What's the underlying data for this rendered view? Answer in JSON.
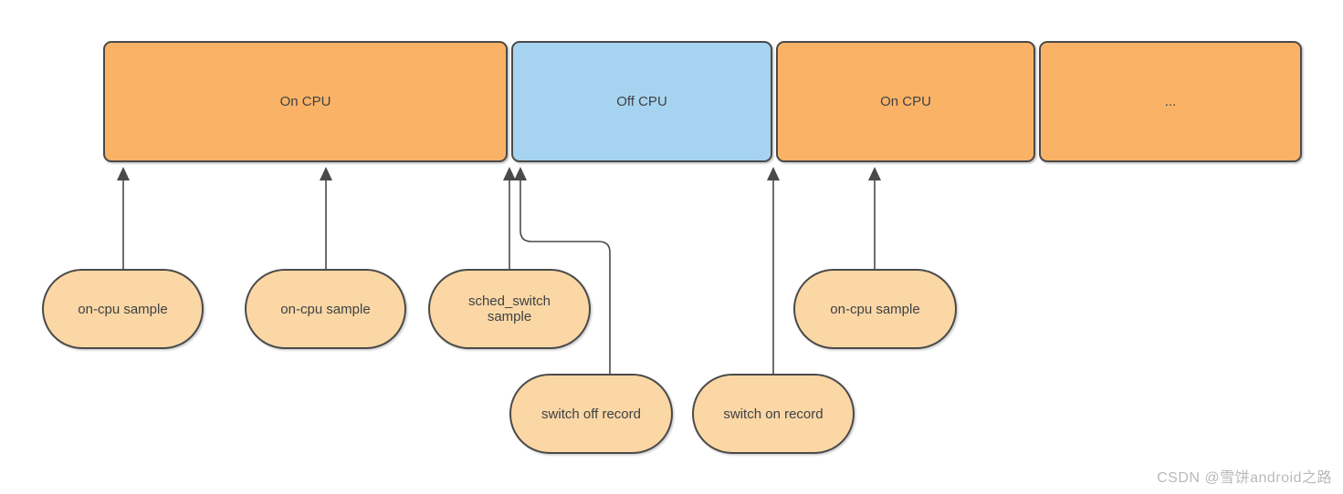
{
  "diagram": {
    "timeline": [
      {
        "label": "On CPU",
        "kind": "on-cpu"
      },
      {
        "label": "Off CPU",
        "kind": "off-cpu"
      },
      {
        "label": "On CPU",
        "kind": "on-cpu"
      },
      {
        "label": "...",
        "kind": "on-cpu"
      }
    ],
    "samples": [
      {
        "label": "on-cpu sample",
        "points_to": "first On CPU segment"
      },
      {
        "label": "on-cpu sample",
        "points_to": "first On CPU segment"
      },
      {
        "label": "sched_switch\nsample",
        "points_to": "boundary of On CPU and Off CPU"
      },
      {
        "label": "on-cpu sample",
        "points_to": "second On CPU segment"
      }
    ],
    "records": [
      {
        "label": "switch off record",
        "points_to": "start of Off CPU segment"
      },
      {
        "label": "switch on record",
        "points_to": "end of Off CPU segment"
      }
    ],
    "colors": {
      "on_cpu_fill": "#FAB366",
      "off_cpu_fill": "#A6D4F0",
      "pill_fill": "#FAD7A5",
      "stroke": "#4A4A4A",
      "text": "#3F4145",
      "watermark": "#B9B9B9"
    }
  },
  "watermark": {
    "text": "CSDN @雪饼android之路"
  }
}
